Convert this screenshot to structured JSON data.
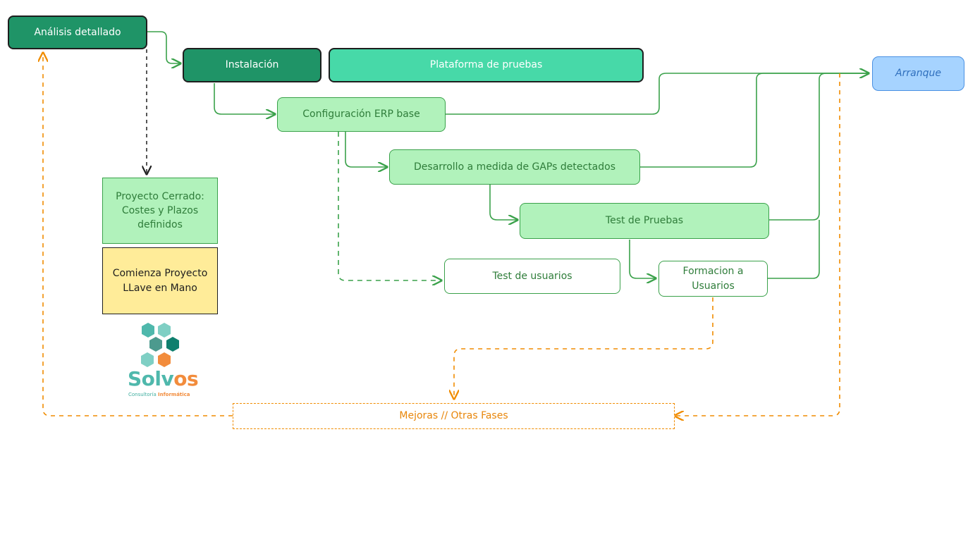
{
  "nodes": {
    "analisis": "Análisis detallado",
    "instalacion": "Instalación",
    "plataforma": "Plataforma de pruebas",
    "arranque": "Arranque",
    "config_erp": "Configuración ERP base",
    "desarrollo": "Desarrollo a medida de GAPs detectados",
    "test_pruebas": "Test de Pruebas",
    "test_usuarios": "Test de usuarios",
    "formacion": "Formacion a Usuarios",
    "proyecto_cerrado": "Proyecto Cerrado: Costes y Plazos definidos",
    "comienza_proyecto": "Comienza Proyecto LLave en Mano",
    "mejoras": "Mejoras // Otras Fases"
  },
  "logo": {
    "name_part1": "Solv",
    "name_part2": "os",
    "tagline_part1": "Consultoría ",
    "tagline_part2": "Informática",
    "colors": {
      "teal": "#4fb8ac",
      "orange": "#f28c3c",
      "dark_teal": "#0f7f6e",
      "light_teal": "#7fcfc4"
    }
  },
  "colors": {
    "solid_arrow": "#3aa14a",
    "dashed_orange": "#f08c00",
    "dashed_black": "#1e1e1e"
  }
}
